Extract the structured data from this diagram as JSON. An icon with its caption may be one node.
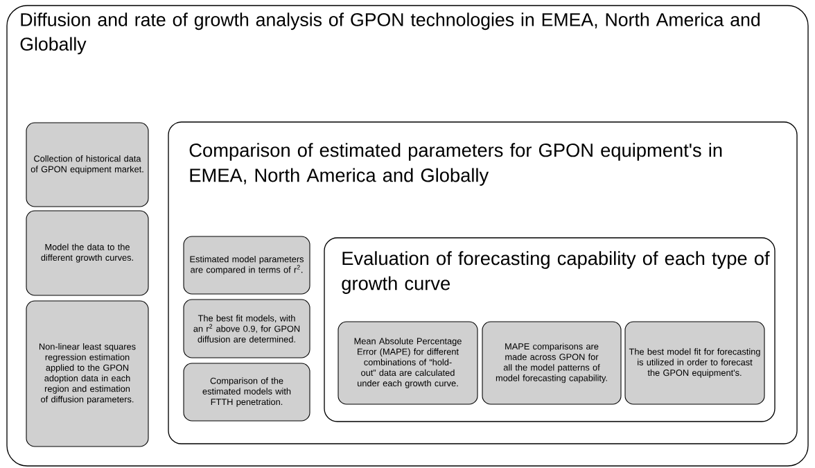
{
  "diagram": {
    "nodes": [
      {
        "text": [
          "Diffusion and rate of growth analysis of GPON technologies in EMEA, North America and Globally"
        ]
      },
      {
        "text": [
          "Collection of historical data of GPON equipment market."
        ],
        "in": 0
      },
      {
        "text": [
          "Model the data to the different growth curves."
        ],
        "in": 0
      },
      {
        "text": [
          "Non-linear least squares regression estimation applied to the GPON adoption data in each region and estimation of diffusion parameters."
        ],
        "in": 0
      },
      {
        "text": [
          "Comparison of estimated parameters for GPON equipment's in EMEA, North America and Globally"
        ],
        "in": 0
      },
      {
        "text": [
          "Estimated model parameters are compared in terms of r$^{2}$."
        ],
        "in": 4
      },
      {
        "text": [
          "The best fit models, with an r$^{2}$ above 0.9, for GPON diffusion are determined."
        ],
        "in": 4
      },
      {
        "text": [
          "Comparison of the estimated models with FTTH penetration."
        ],
        "in": 4
      },
      {
        "text": [
          "Evaluation of forecasting capability of each type of growth curve"
        ],
        "in": 4
      },
      {
        "text": [
          "Mean Absolute Percentage Error (MAPE) for different combinations of “hold-out” data are calculated under each growth curve."
        ],
        "in": 8
      },
      {
        "text": [
          "MAPE comparisons are made across GPON for all the model patterns of model forecasting capability."
        ],
        "in": 8
      },
      {
        "text": [
          "The best model fit for forecasting is utilized in order to forecast the GPON equipment's."
        ],
        "in": 8
      }
    ]
  }
}
